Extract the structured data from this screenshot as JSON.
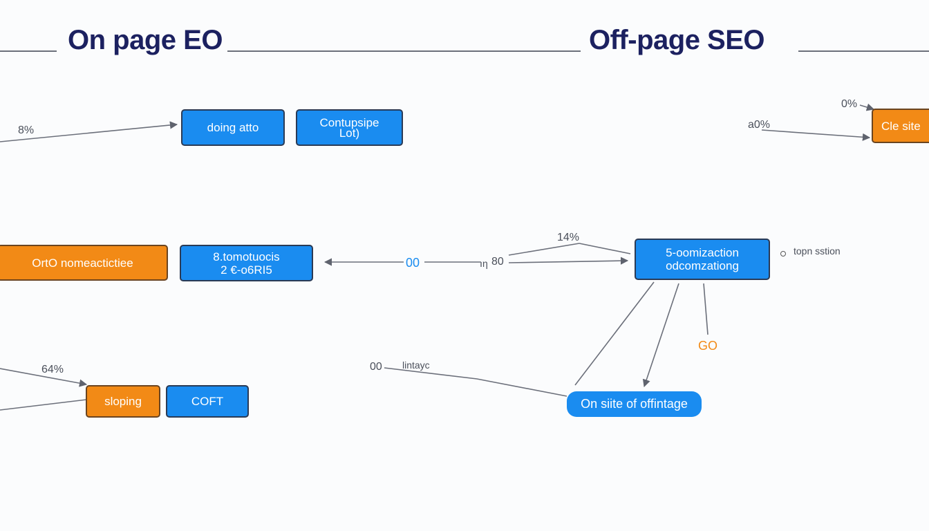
{
  "headings": {
    "left": "On page EO",
    "right": "Off-page SEO"
  },
  "nodes": {
    "doing_atto": "doing atto",
    "contupsipe_line1": "Contupsipe",
    "contupsipe_line2": "Lot)",
    "cle_site": "Cle site",
    "orto_nomeactie": "OrtO nomeactictiee",
    "tomotiocis_line1": "8.tomotuocis",
    "tomotiocis_line2": "2 €-o6RI5",
    "ocomization_line1": "5-oomizaction",
    "ocomization_line2": "odcomzationg",
    "sloping": "sloping",
    "coft": "COFT",
    "on_site_offintage": "On siite of offintage"
  },
  "labels": {
    "pct_8": "8%",
    "pct_0": "0%",
    "pct_a0": "a0%",
    "pct_14": "14%",
    "topn_sstion": "topn sstion",
    "val_00_blue": "00",
    "val_80": "80",
    "val_80_prefix": "η",
    "go": "GO",
    "pct_64": "64%",
    "val_00": "00",
    "lintayc": "lintayc"
  },
  "colors": {
    "heading": "#1c2160",
    "node_blue": "#1a8cf0",
    "node_orange": "#f28a16",
    "edge": "#6b6f7a"
  }
}
